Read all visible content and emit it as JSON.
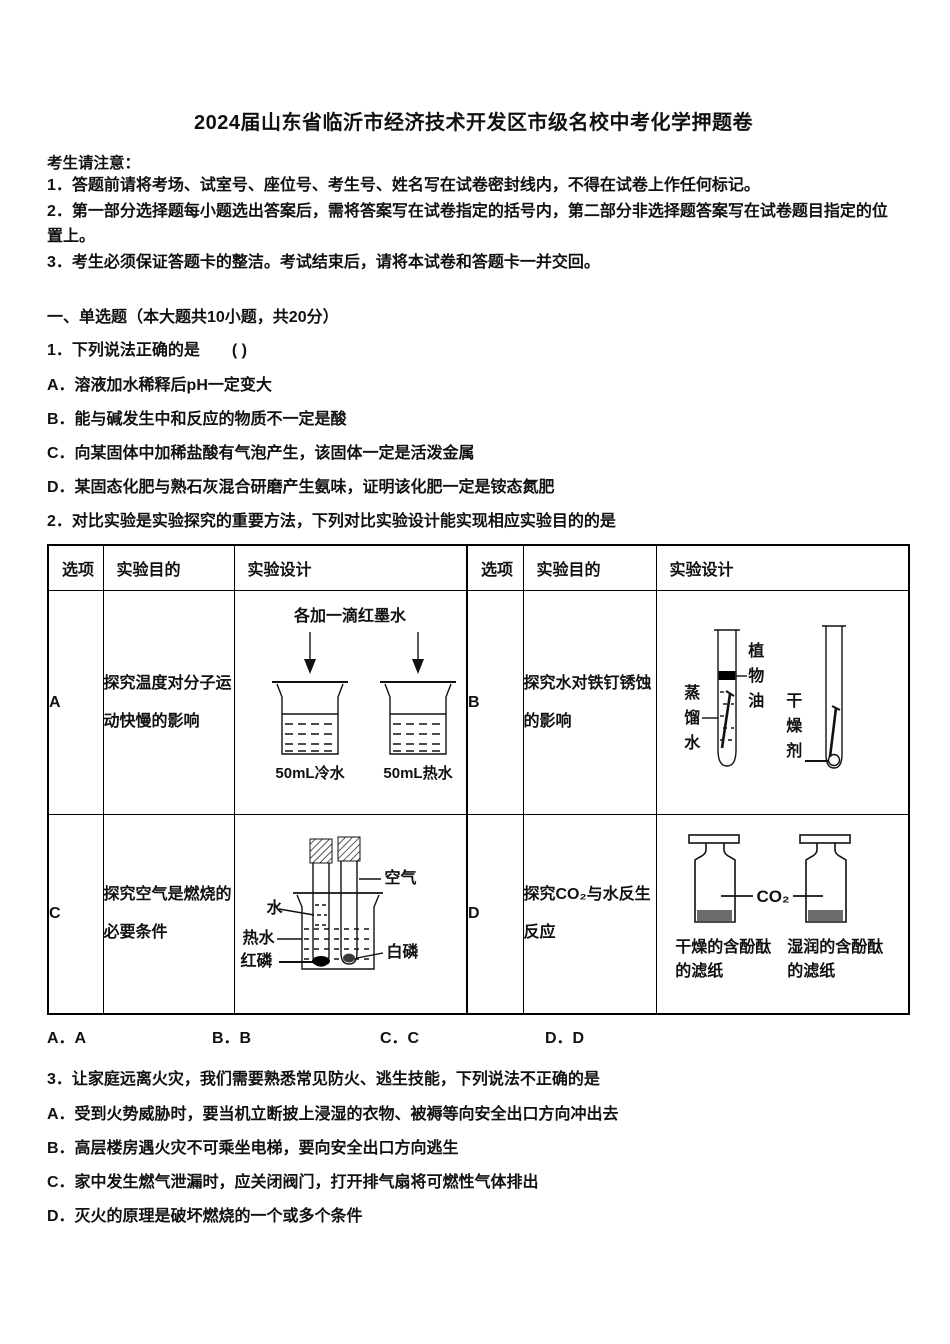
{
  "page": {
    "title": "2024届山东省临沂市经济技术开发区市级名校中考化学押题卷"
  },
  "notice": {
    "heading": "考生请注意：",
    "items": [
      "1．答题前请将考场、试室号、座位号、考生号、姓名写在试卷密封线内，不得在试卷上作任何标记。",
      "2．第一部分选择题每小题选出答案后，需将答案写在试卷指定的括号内，第二部分非选择题答案写在试卷题目指定的位置上。",
      "3．考生必须保证答题卡的整洁。考试结束后，请将本试卷和答题卡一并交回。"
    ]
  },
  "section1": {
    "heading": "一、单选题（本大题共10小题，共20分）"
  },
  "q1": {
    "stem": "1．下列说法正确的是　　( )",
    "options": [
      "A．溶液加水稀释后pH一定变大",
      "B．能与碱发生中和反应的物质不一定是酸",
      "C．向某固体中加稀盐酸有气泡产生，该固体一定是活泼金属",
      "D．某固态化肥与熟石灰混合研磨产生氨味，证明该化肥一定是铵态氮肥"
    ]
  },
  "q2": {
    "stem": "2．对比实验是实验探究的重要方法，下列对比实验设计能实现相应实验目的的是",
    "table": {
      "headers": [
        "选项",
        "实验目的",
        "实验设计",
        "选项",
        "实验目的",
        "实验设计"
      ],
      "rows": [
        {
          "left_option": "A",
          "left_purpose": "探究温度对分子运动快慢的影响",
          "right_option": "B",
          "right_purpose": "探究水对铁钉锈蚀的影响"
        },
        {
          "left_option": "C",
          "left_purpose": "探究空气是燃烧的必要条件",
          "right_option": "D",
          "right_purpose": "探究CO₂与水反生反应"
        }
      ]
    },
    "diagram_a": {
      "caption": "各加一滴红墨水",
      "label_cold": "50mL冷水",
      "label_hot": "50mL热水"
    },
    "diagram_b": {
      "label_distilled_water": "蒸馏水",
      "label_vegetable_oil": "植物油",
      "label_desiccant": "干燥剂"
    },
    "diagram_c": {
      "label_water": "水",
      "label_hot_water": "热水",
      "label_red_phosphorus": "红磷",
      "label_air": "空气",
      "label_white_phosphorus": "白磷"
    },
    "diagram_d": {
      "label_gas": "CO₂",
      "caption_dry": "干燥的含酚酞的滤纸",
      "caption_wet": "湿润的含酚酞的滤纸"
    },
    "answers": [
      "A．A",
      "B．B",
      "C．C",
      "D．D"
    ]
  },
  "q3": {
    "stem": "3．让家庭远离火灾，我们需要熟悉常见防火、逃生技能，下列说法不正确的是",
    "options": [
      "A．受到火势威胁时，要当机立断披上浸湿的衣物、被褥等向安全出口方向冲出去",
      "B．高层楼房遇火灾不可乘坐电梯，要向安全出口方向逃生",
      "C．家中发生燃气泄漏时，应关闭阀门，打开排气扇将可燃性气体排出",
      "D．灭火的原理是破坏燃烧的一个或多个条件"
    ]
  }
}
